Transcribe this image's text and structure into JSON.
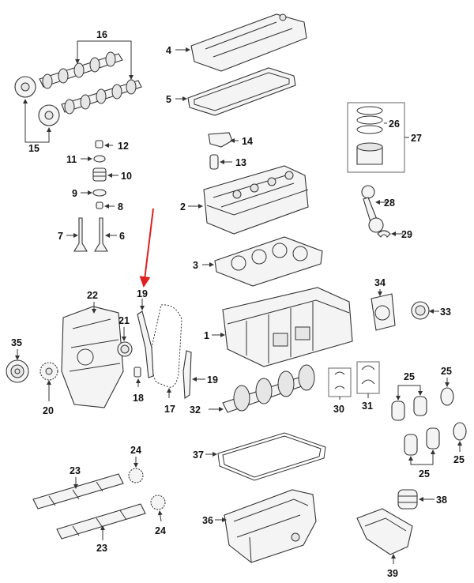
{
  "diagram": {
    "labels": {
      "l1": "1",
      "l2": "2",
      "l3": "3",
      "l4": "4",
      "l5": "5",
      "l6": "6",
      "l7": "7",
      "l8": "8",
      "l9": "9",
      "l10": "10",
      "l11": "11",
      "l12": "12",
      "l13": "13",
      "l14": "14",
      "l15": "15",
      "l16": "16",
      "l17": "17",
      "l18": "18",
      "l19a": "19",
      "l19b": "19",
      "l20": "20",
      "l21": "21",
      "l22": "22",
      "l23a": "23",
      "l23b": "23",
      "l24a": "24",
      "l24b": "24",
      "l25a": "25",
      "l25b": "25",
      "l25c": "25",
      "l25d": "25",
      "l26": "26",
      "l27": "27",
      "l28": "28",
      "l29": "29",
      "l30": "30",
      "l31": "31",
      "l32": "32",
      "l33": "33",
      "l34": "34",
      "l35": "35",
      "l36": "36",
      "l37": "37",
      "l38": "38",
      "l39": "39"
    },
    "highlight_color": "#e02020",
    "line_color": "#333333"
  }
}
